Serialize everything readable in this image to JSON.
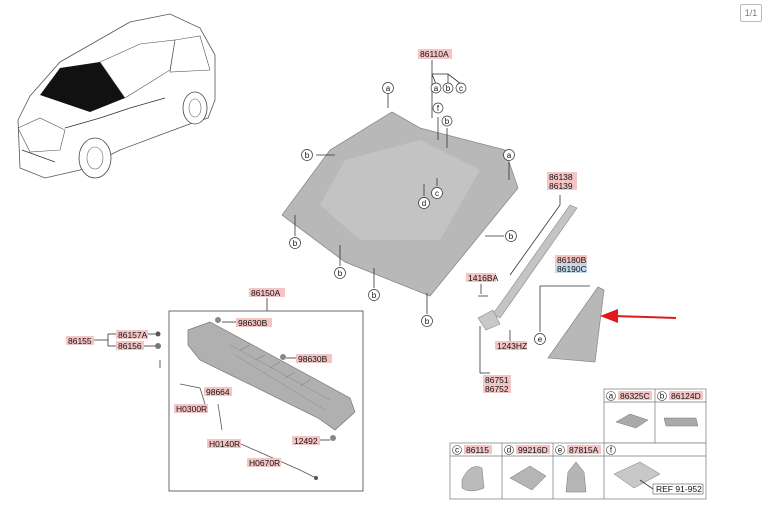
{
  "page_indicator": "1/1",
  "parts": {
    "windshield_assy": "86110A",
    "moulding_upper": "86138",
    "moulding_upper_2": "86139",
    "quarter_glass": "86180B",
    "quarter_glass_alt": "86190C",
    "bolt": "1416BA",
    "clip": "1243HZ",
    "garnish": "86751",
    "garnish_2": "86752",
    "cowl_panel": "86150A",
    "cowl_seal_1": "86157A",
    "cowl_seal_2": "86156",
    "cowl_assy_ref": "86155",
    "nozzle_1": "98630B",
    "nozzle_2": "98630B",
    "hose": "98664",
    "hose_a": "H0300R",
    "hose_b": "H0140R",
    "hose_c": "H0670R",
    "screw": "12492"
  },
  "callouts": {
    "a": "a",
    "b": "b",
    "c": "c",
    "d": "d",
    "e": "e",
    "f": "f"
  },
  "legend": {
    "a_code": "86325C",
    "b_code": "86124D",
    "c_code": "86115",
    "d_code": "99216D",
    "e_code": "87815A",
    "f_ref": "REF 91-952"
  },
  "colors": {
    "highlight": "#f4c5c5",
    "highlight_blue": "#c6d8ee",
    "arrow": "#e0191e",
    "glass": "#b8b8b8"
  }
}
